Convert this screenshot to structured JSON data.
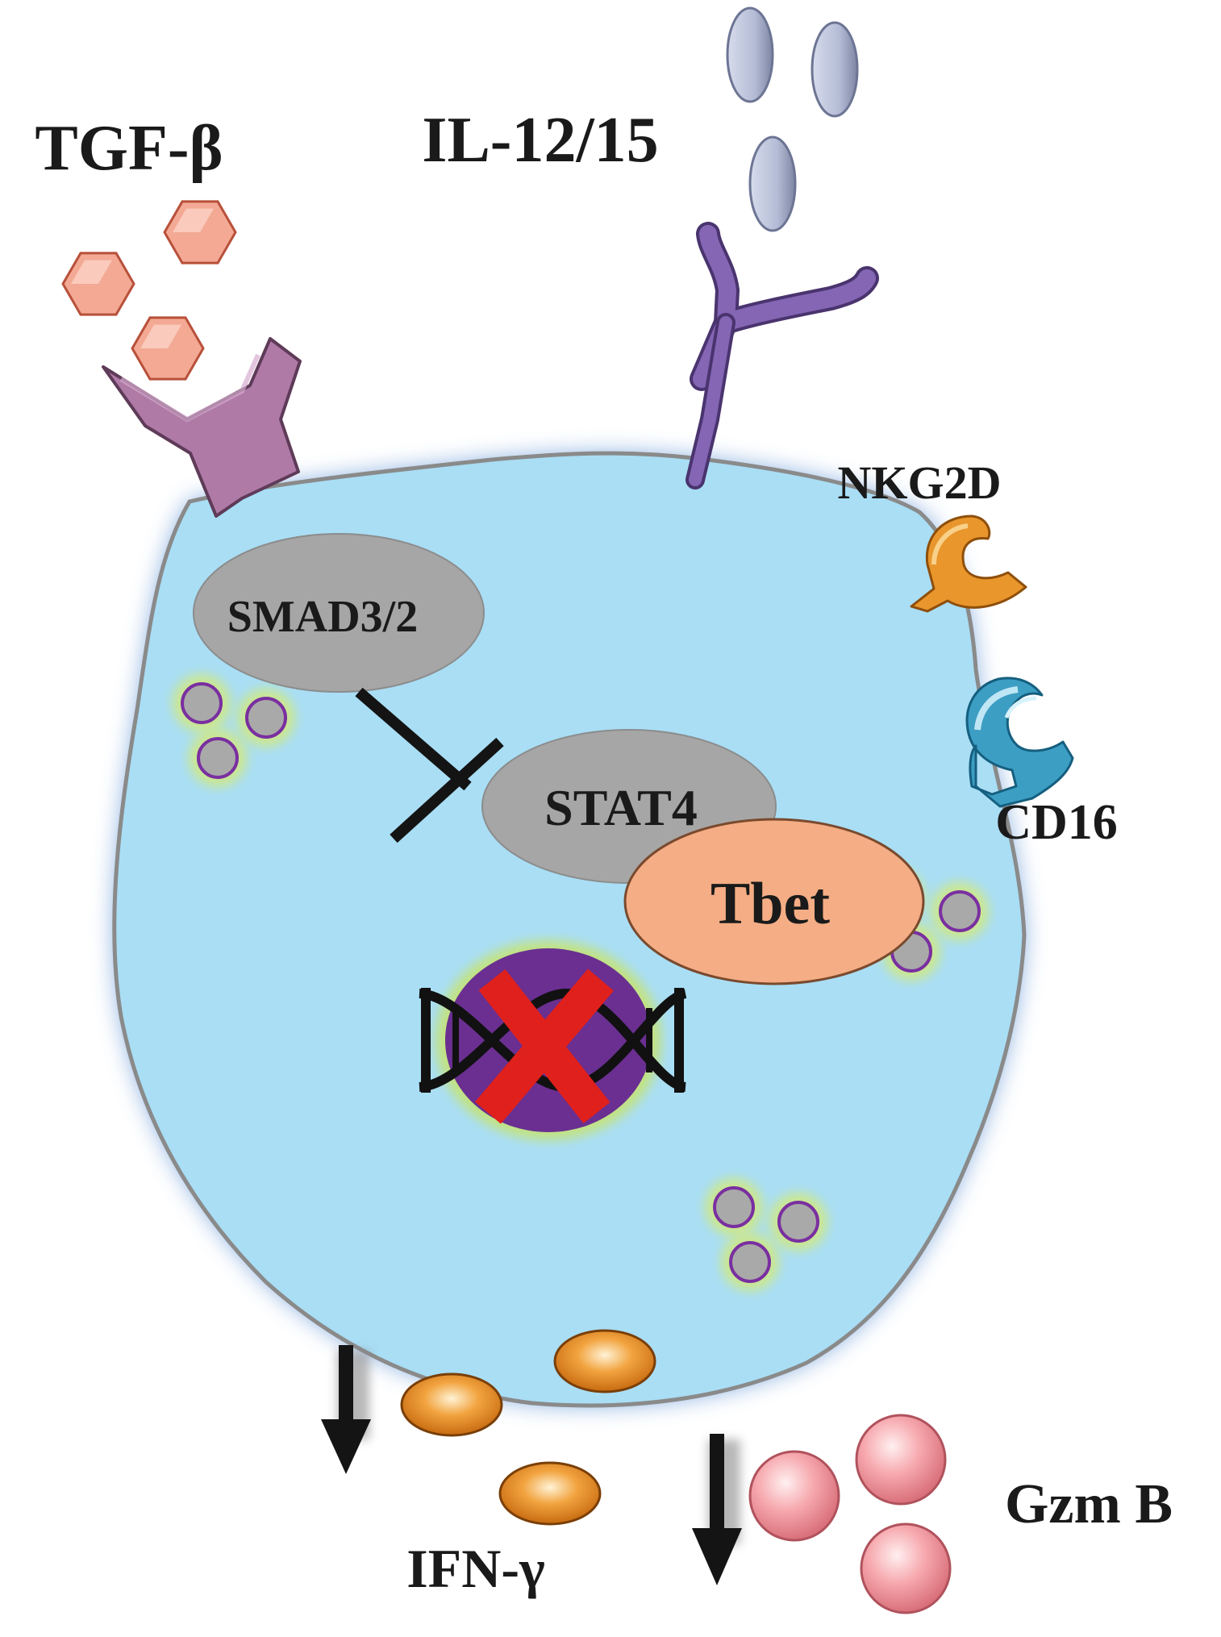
{
  "labels": {
    "tgf": "TGF-β",
    "il": "IL-12/15",
    "nkg2d": "NKG2D",
    "cd16": "CD16",
    "smad": "SMAD3/2",
    "stat4": "STAT4",
    "tbet": "Tbet",
    "ifn": "IFN-γ",
    "gzm": "Gzm B"
  },
  "colors": {
    "cell": "#a9def5",
    "cell_glow": "#7fa6d8",
    "membrane": "#8a8a8a",
    "tgf_ligand": "#f3a994",
    "tgf_receptor": "#b07aa7",
    "il_ligand": "#b7bfd8",
    "il_receptor": "#8466b5",
    "nkg2d": "#e9962c",
    "cd16": "#3d9ec4",
    "smad": "#a6a6a6",
    "stat4": "#a6a6a6",
    "tbet": "#f4ad85",
    "nucleus": "#6a2f91",
    "block_x": "#e0201c",
    "ifn": "#e78a22",
    "gzm": "#f5a6ad"
  },
  "icons": {
    "inhibition": "inhibition-bar-icon",
    "down_arrow": "down-arrow-icon",
    "dna": "dna-helix-icon",
    "block": "red-x-icon"
  }
}
